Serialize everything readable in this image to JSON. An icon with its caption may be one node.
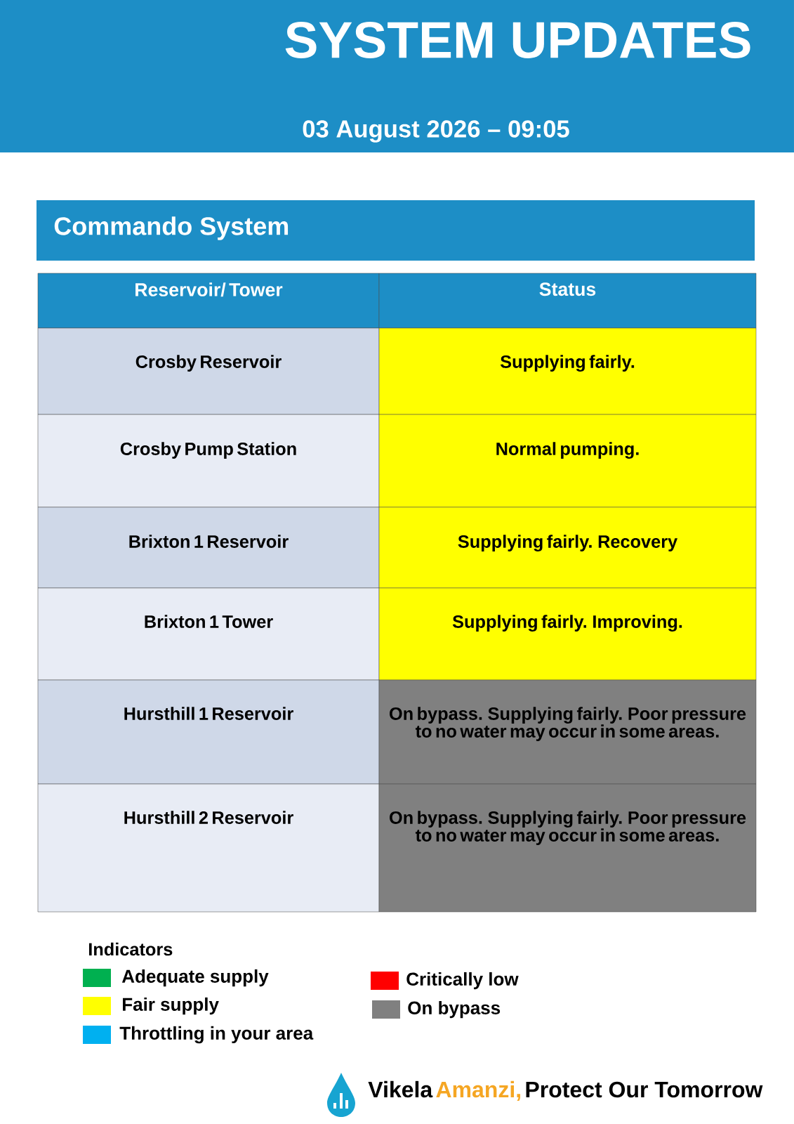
{
  "diagram": {
    "title": "SYSTEM UPDATES",
    "labels": [
      "03 August 2026 – 09:05",
      "Commando System",
      "Reservoir/ Tower",
      "Status",
      "Crosby Reservoir",
      "Supplying fairly.",
      "Crosby Pump Station",
      "Normal pumping.",
      "Brixton 1 Reservoir",
      "Supplying fairly. Recovery",
      "Brixton 1 Tower",
      "Supplying fairly. Improving.",
      "Hursthill 1 Reservoir",
      "On bypass. Supplying fairly. Poor pressure to no water may occur in some areas.",
      "Hursthill 2 Reservoir",
      "On bypass. Supplying fairly. Poor pressure to no water may occur in some areas.",
      "Indicators",
      "Vikela",
      "Amanzi,",
      "Protect Our Tomorrow"
    ],
    "legend": [
      {
        "text": "Adequate supply",
        "color": "#00b050"
      },
      {
        "text": "Fair supply",
        "color": "#ffff00"
      },
      {
        "text": "Throttling in your area",
        "color": "#00b0f0"
      },
      {
        "text": "Critically low",
        "color": "#ff0000"
      },
      {
        "text": "On bypass",
        "color": "#808080"
      }
    ]
  }
}
